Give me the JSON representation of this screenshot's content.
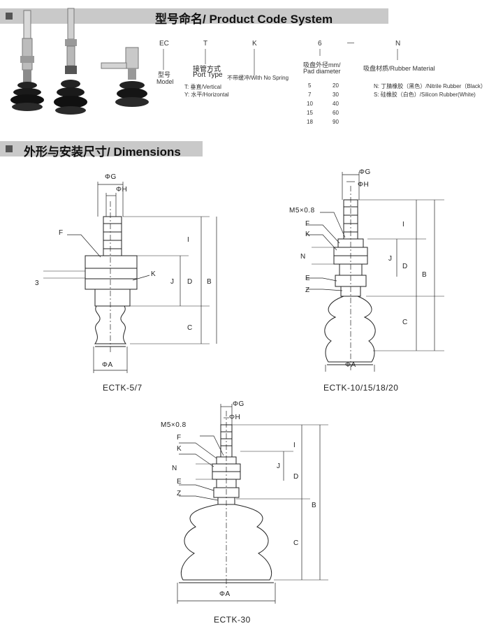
{
  "header": {
    "title": "型号命名/ Product Code System"
  },
  "code": {
    "letters": [
      "EC",
      "T",
      "K",
      "6",
      "—",
      "N"
    ],
    "model_cn": "型号",
    "model_en": "Model",
    "port_cn": "接管方式",
    "port_en": "Port Type",
    "no_spring": "不带缓冲/With No Spring",
    "port_t": "T: 垂直/Vertical",
    "port_y": "Y: 水平/Horizontal",
    "pad_title_1": "吸盘外径mm/",
    "pad_title_2": "Pad diameter",
    "pad_col1": [
      "5",
      "7",
      "10",
      "15",
      "18"
    ],
    "pad_col2": [
      "20",
      "30",
      "40",
      "60",
      "90"
    ],
    "material_title": "吸盘材质/Rubber Material",
    "mat_n": "N:  丁腈橡胶（黑色）/Nitrile Rubber（Black）",
    "mat_s": "S:  硅橡胶（白色）/Silicon Rubber(White)"
  },
  "dims": {
    "title": "外形与安装尺寸/ Dimensions",
    "labels": [
      "ECTK-5/7",
      "ECTK-10/15/18/20",
      "ECTK-30"
    ],
    "letters": {
      "phiG": "ΦG",
      "phiH": "ΦH",
      "phiA": "ΦA",
      "F": "F",
      "K": "K",
      "J": "J",
      "D": "D",
      "B": "B",
      "C": "C",
      "I": "I",
      "E": "E",
      "Z": "Z",
      "N": "N",
      "three": "3",
      "m5": "M5×0.8"
    }
  }
}
